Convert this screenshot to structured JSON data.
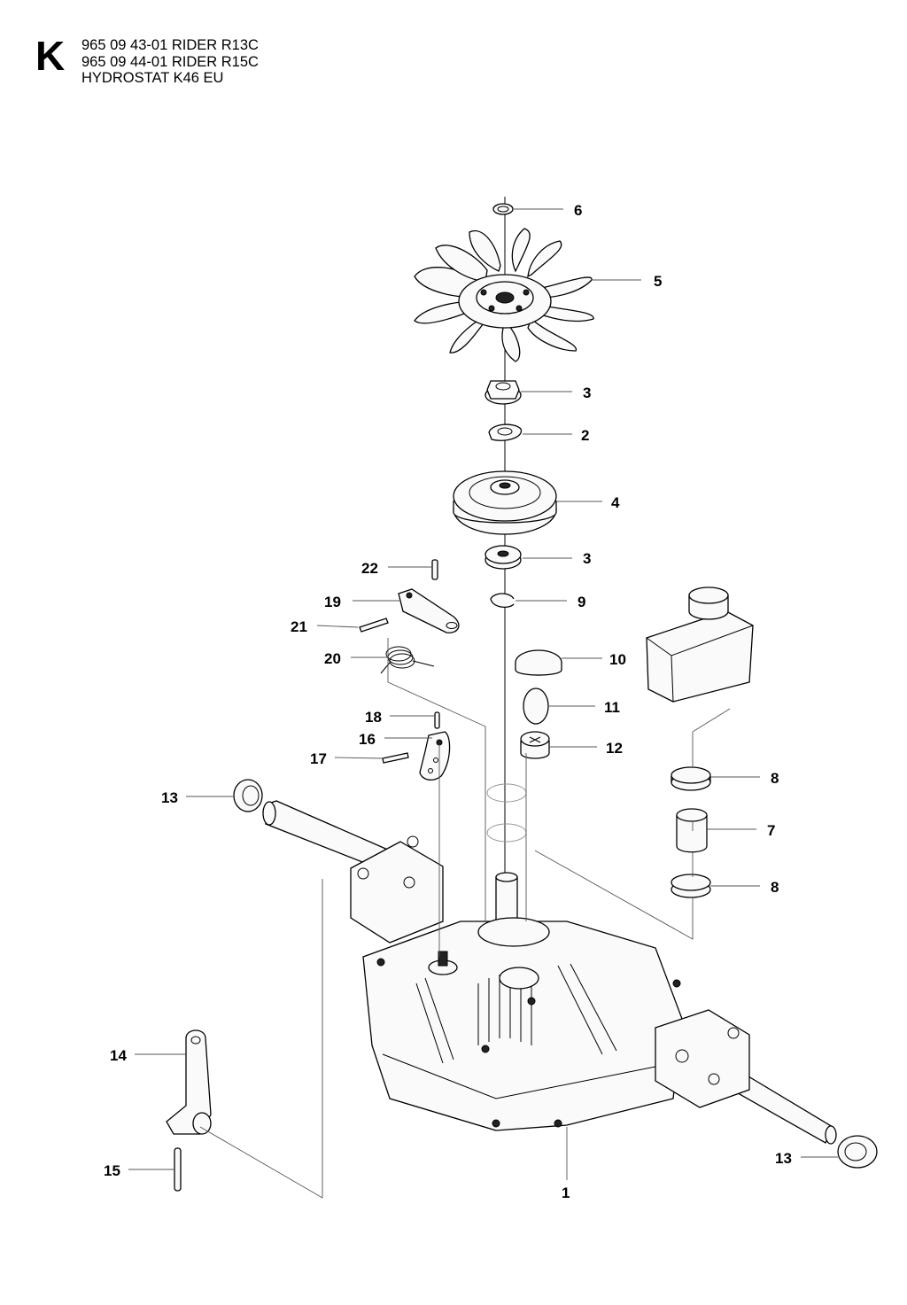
{
  "header": {
    "section_letter": "K",
    "lines": [
      "965 09 43-01 RIDER R13C",
      "965 09 44-01 RIDER R15C",
      "HYDROSTAT K46 EU"
    ]
  },
  "callouts": [
    {
      "id": "c6",
      "label": "6"
    },
    {
      "id": "c5",
      "label": "5"
    },
    {
      "id": "c3a",
      "label": "3"
    },
    {
      "id": "c2",
      "label": "2"
    },
    {
      "id": "c4",
      "label": "4"
    },
    {
      "id": "c3b",
      "label": "3"
    },
    {
      "id": "c9",
      "label": "9"
    },
    {
      "id": "c22",
      "label": "22"
    },
    {
      "id": "c19",
      "label": "19"
    },
    {
      "id": "c21",
      "label": "21"
    },
    {
      "id": "c20",
      "label": "20"
    },
    {
      "id": "c10",
      "label": "10"
    },
    {
      "id": "c11",
      "label": "11"
    },
    {
      "id": "c12",
      "label": "12"
    },
    {
      "id": "c18",
      "label": "18"
    },
    {
      "id": "c16",
      "label": "16"
    },
    {
      "id": "c17",
      "label": "17"
    },
    {
      "id": "c13a",
      "label": "13"
    },
    {
      "id": "c8a",
      "label": "8"
    },
    {
      "id": "c7",
      "label": "7"
    },
    {
      "id": "c8b",
      "label": "8"
    },
    {
      "id": "c14",
      "label": "14"
    },
    {
      "id": "c15",
      "label": "15"
    },
    {
      "id": "c1",
      "label": "1"
    },
    {
      "id": "c13b",
      "label": "13"
    }
  ]
}
